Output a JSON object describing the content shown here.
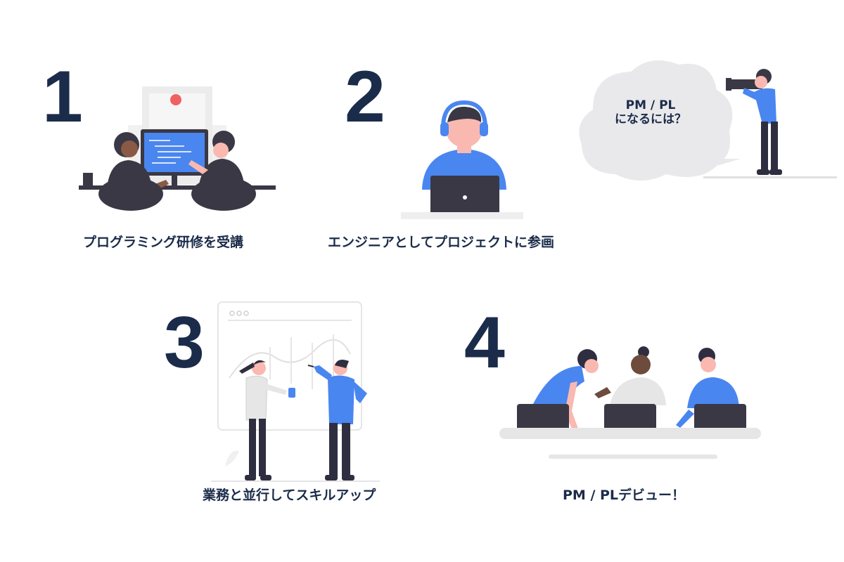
{
  "steps": [
    {
      "number": "1",
      "caption": "プログラミング研修を受講"
    },
    {
      "number": "2",
      "caption": "エンジニアとしてプロジェクトに参画"
    },
    {
      "number": "3",
      "caption": "業務と並行してスキルアップ"
    },
    {
      "number": "4",
      "caption": "PM / PLデビュー！"
    }
  ],
  "bubble": {
    "line1": "PM / PL",
    "line2": "になるには？"
  },
  "colors": {
    "navy": "#1b2c4a",
    "accent": "#4a86f0",
    "dark": "#3a3845",
    "gray": "#e6e6e6",
    "skin": "#f9b9b0"
  }
}
